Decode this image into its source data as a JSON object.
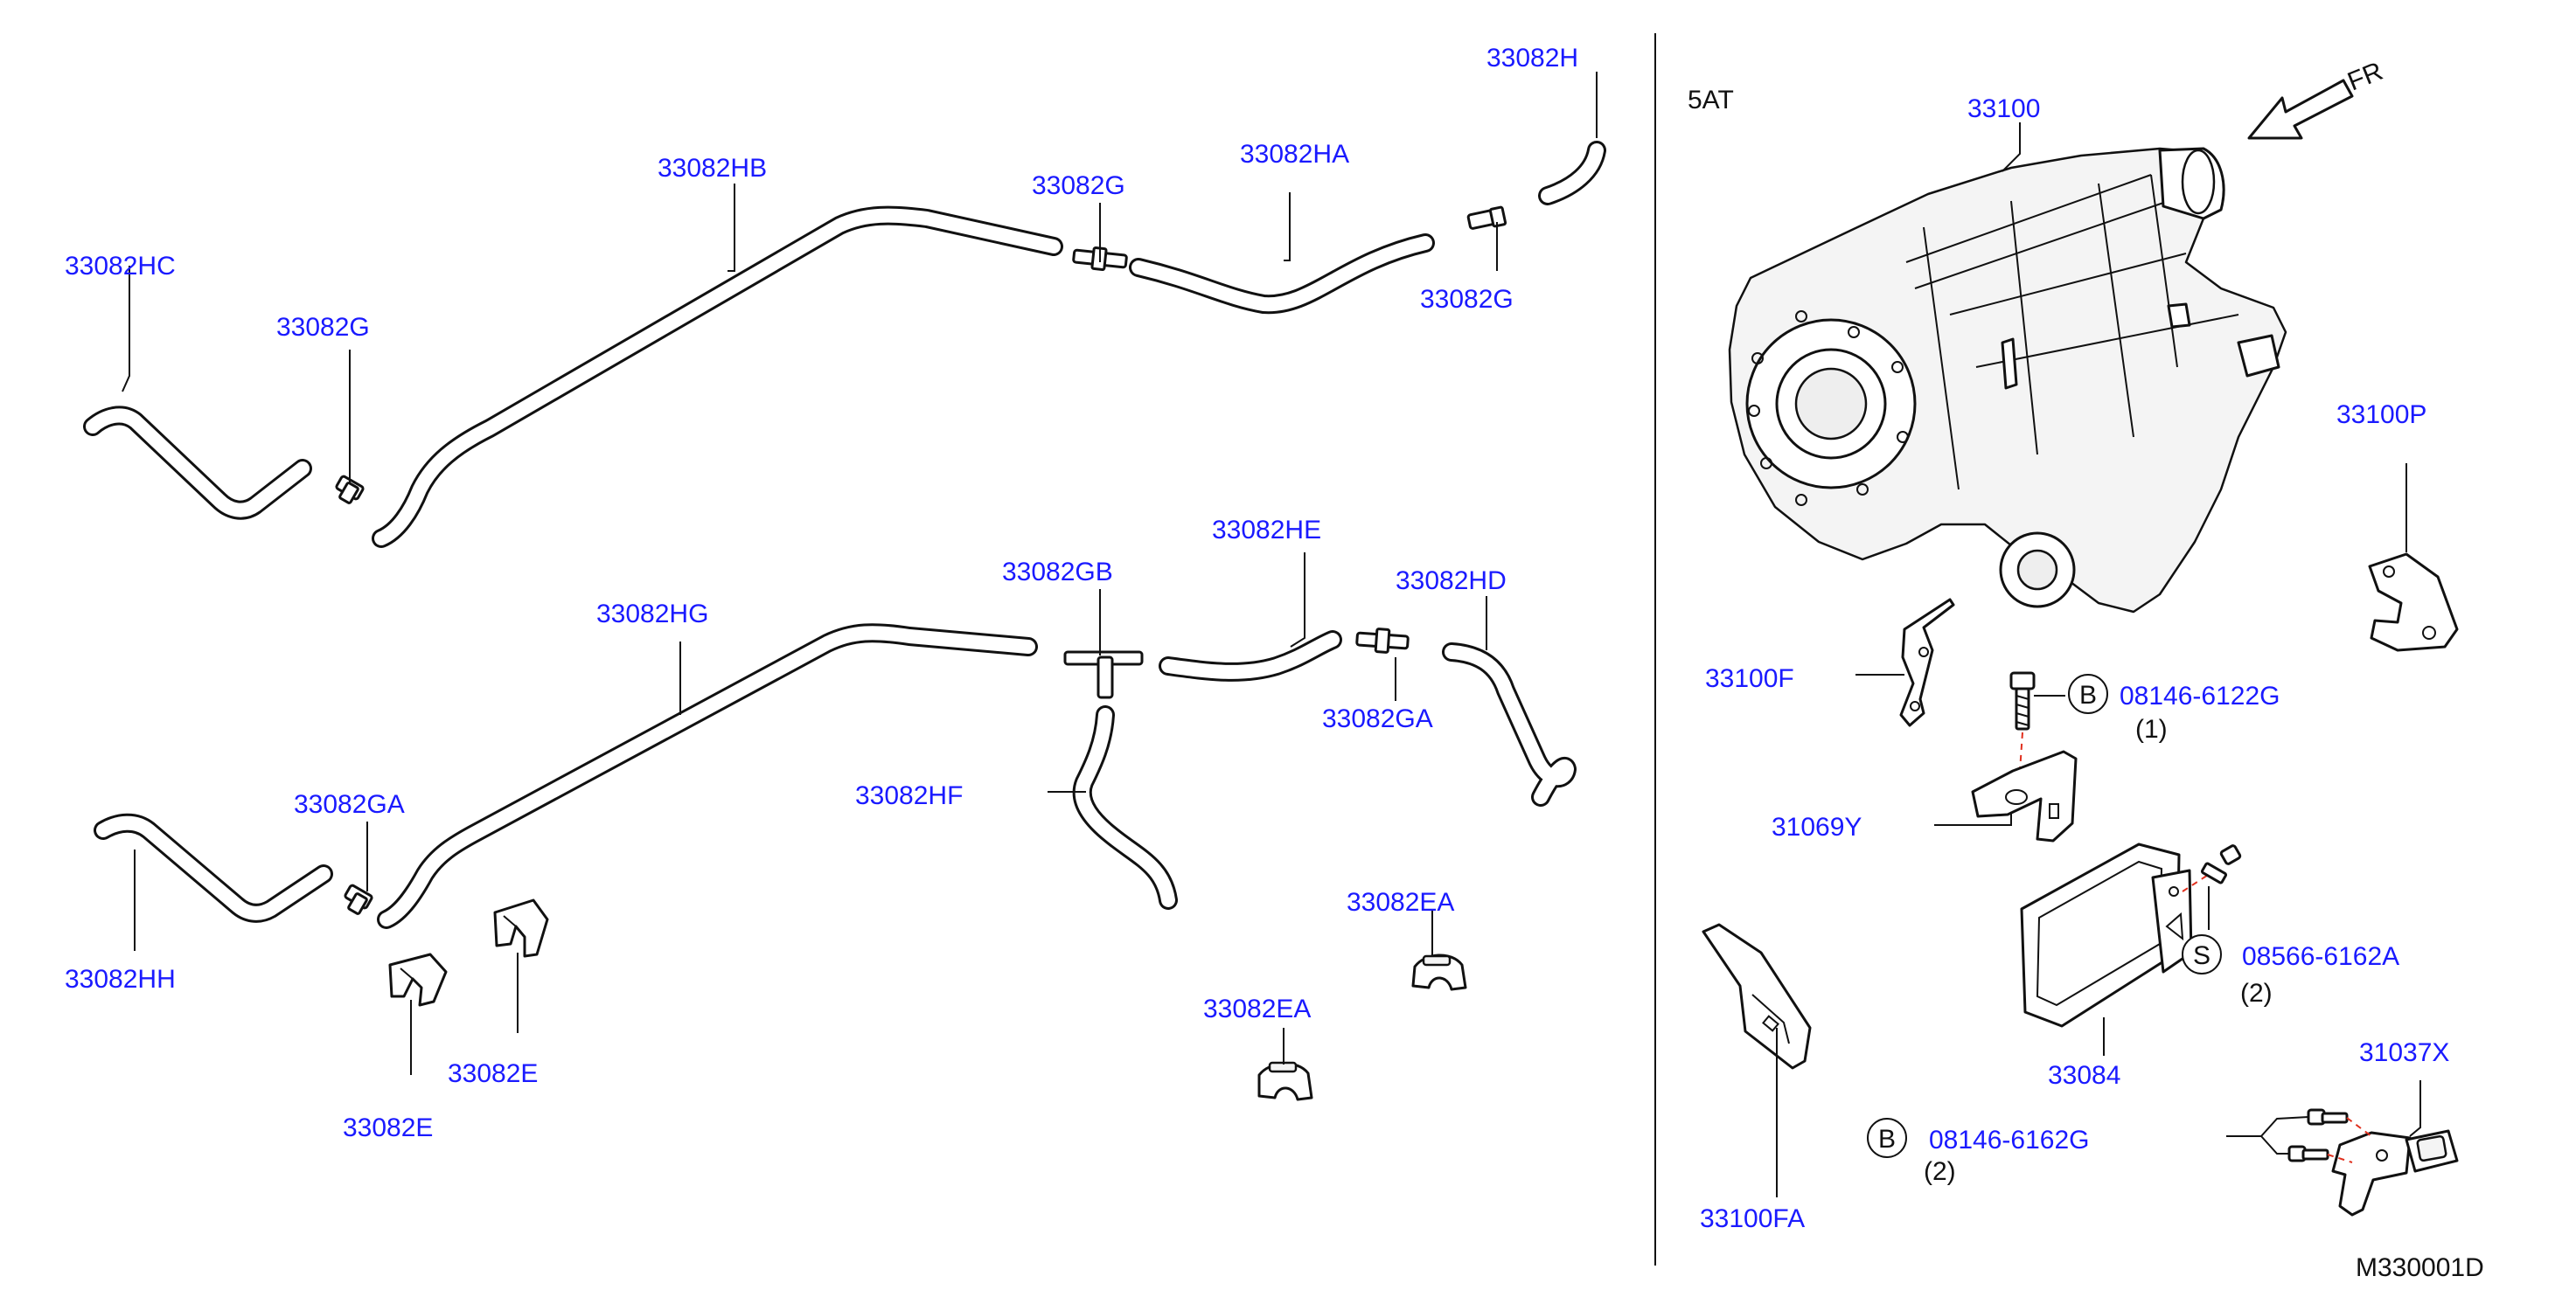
{
  "diagram": {
    "variant": "5AT",
    "front_indicator": "FR",
    "figure_code": "M330001D",
    "labels": {
      "p33082H": "33082H",
      "p33082HB": "33082HB",
      "p33082G_top": "33082G",
      "p33082HA": "33082HA",
      "p33082G_right": "33082G",
      "p33082HC": "33082HC",
      "p33082G_left": "33082G",
      "p33082HE": "33082HE",
      "p33082GB": "33082GB",
      "p33082HD": "33082HD",
      "p33082HG": "33082HG",
      "p33082GA_right": "33082GA",
      "p33082HF": "33082HF",
      "p33082GA_left": "33082GA",
      "p33082HH": "33082HH",
      "p33082E_right": "33082E",
      "p33082E_left": "33082E",
      "p33082EA_right": "33082EA",
      "p33082EA_left": "33082EA",
      "p33100": "33100",
      "p33100P": "33100P",
      "p33100F": "33100F",
      "p31069Y": "31069Y",
      "p33084": "33084",
      "p31037X": "31037X",
      "p33100FA": "33100FA"
    },
    "fasteners": [
      {
        "symbol": "B",
        "part": "08146-6122G",
        "qty": "(1)"
      },
      {
        "symbol": "S",
        "part": "08566-6162A",
        "qty": "(2)"
      },
      {
        "symbol": "B",
        "part": "08146-6162G",
        "qty": "(2)"
      }
    ],
    "colors": {
      "label": "#1a1aff",
      "line": "#111111",
      "dash": "#e0301e"
    }
  }
}
